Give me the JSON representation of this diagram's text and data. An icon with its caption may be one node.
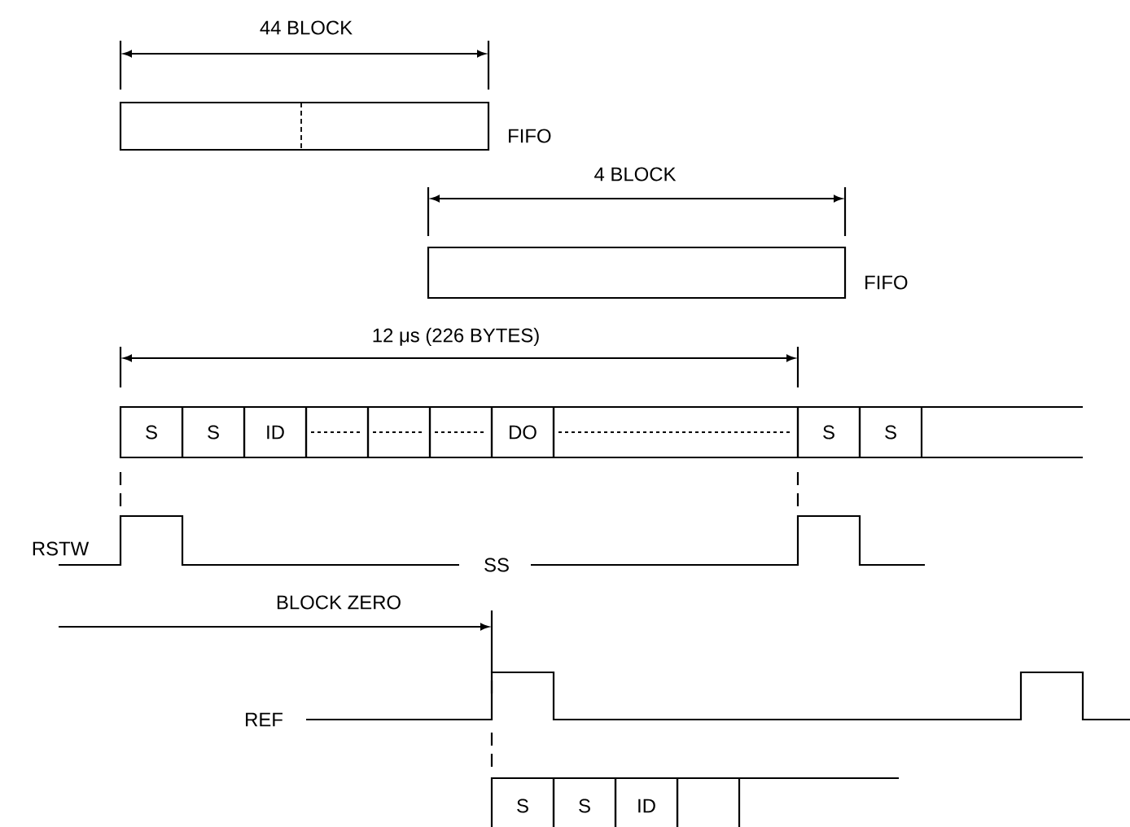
{
  "diagram": {
    "nodes": [
      {
        "text": [],
        "shape": "box",
        "beside": [
          "FIFO"
        ]
      },
      {
        "text": [],
        "shape": "box",
        "beside": [
          "FIFO"
        ]
      },
      {
        "text": [
          "S"
        ]
      },
      {
        "text": [
          "S"
        ]
      },
      {
        "text": [
          "ID"
        ]
      },
      {
        "text": [],
        "shape": "box"
      },
      {
        "text": [],
        "shape": "box"
      },
      {
        "text": [],
        "shape": "box"
      },
      {
        "text": [
          "DO"
        ]
      },
      {
        "text": [],
        "shape": "box"
      },
      {
        "text": [
          "S"
        ]
      },
      {
        "text": [
          "S"
        ]
      },
      {
        "text": [
          "S"
        ]
      },
      {
        "text": [
          "S"
        ]
      },
      {
        "text": [
          "ID"
        ]
      },
      {
        "text": [],
        "shape": "box"
      }
    ],
    "labels": [
      "44 BLOCK",
      "4 BLOCK",
      "12 μs (226 BYTES)",
      "RSTW",
      "SS",
      "BLOCK ZERO",
      "REF"
    ]
  }
}
